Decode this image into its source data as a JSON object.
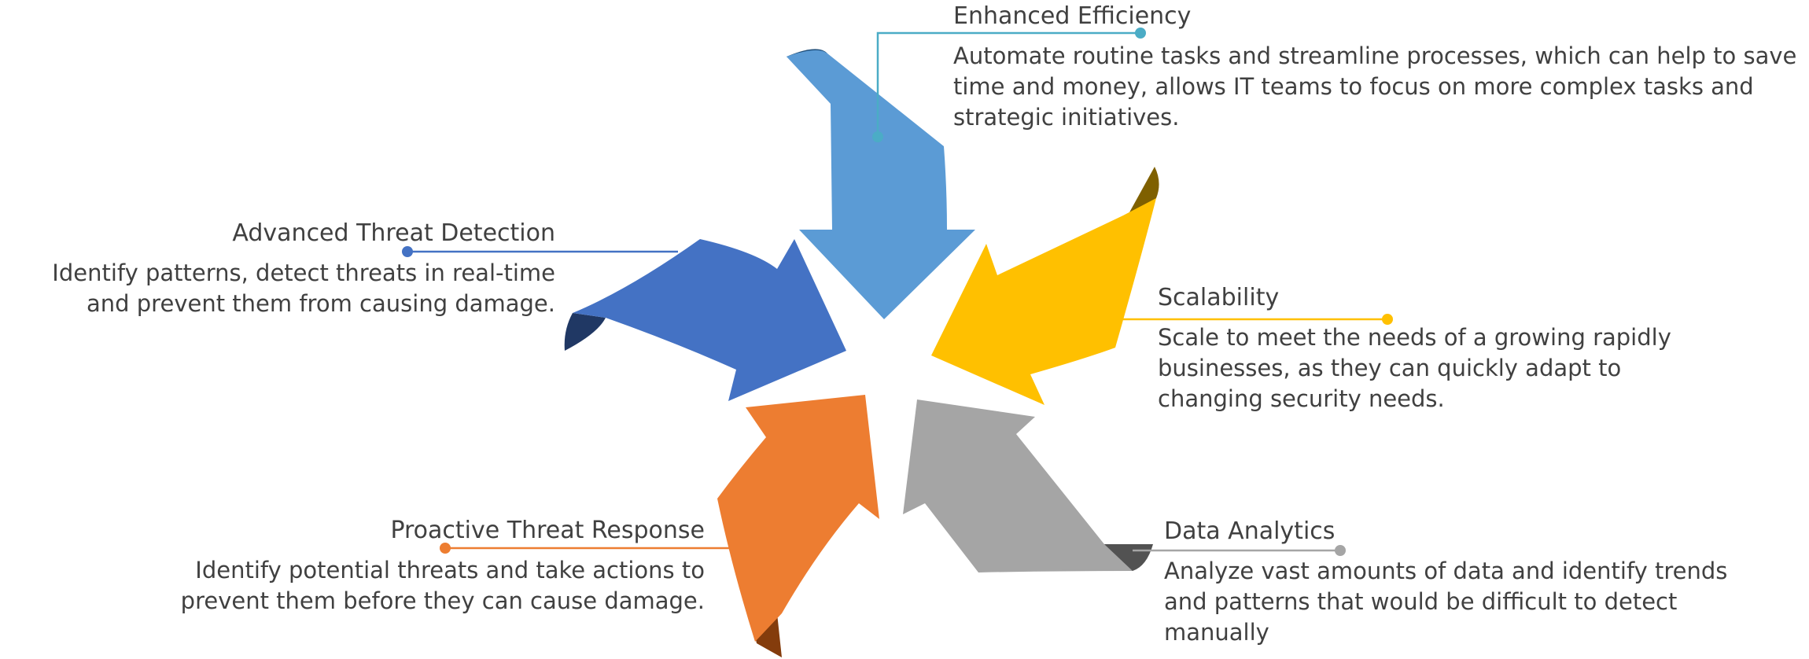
{
  "items": [
    {
      "title": "Enhanced Efficiency",
      "description": "Automate routine tasks and streamline processes, which can help to save time and money, allows IT teams to focus on more complex tasks and strategic initiatives.",
      "color": "#5B9BD5",
      "shade": "#1F4E79"
    },
    {
      "title": "Scalability",
      "description": "Scale to meet the needs of a growing rapidly businesses, as they can quickly adapt to changing security needs.",
      "color": "#FFC000",
      "shade": "#7F6000"
    },
    {
      "title": "Data Analytics",
      "description": "Analyze vast amounts of data and identify trends and patterns that would be difficult to detect manually",
      "color": "#A5A5A5",
      "shade": "#525252"
    },
    {
      "title": "Proactive Threat Response",
      "description": "Identify potential threats and take actions to prevent them before they can cause damage.",
      "color": "#ED7D31",
      "shade": "#843C0C"
    },
    {
      "title": "Advanced Threat Detection",
      "description": "Identify patterns, detect threats in real-time and prevent them from causing damage.",
      "color": "#4472C4",
      "shade": "#203864"
    }
  ],
  "connector_colors": {
    "efficiency": "#4BACC6",
    "scalability": "#FFC000",
    "analytics": "#A5A5A5",
    "proactive": "#ED7D31",
    "advanced": "#4472C4"
  }
}
